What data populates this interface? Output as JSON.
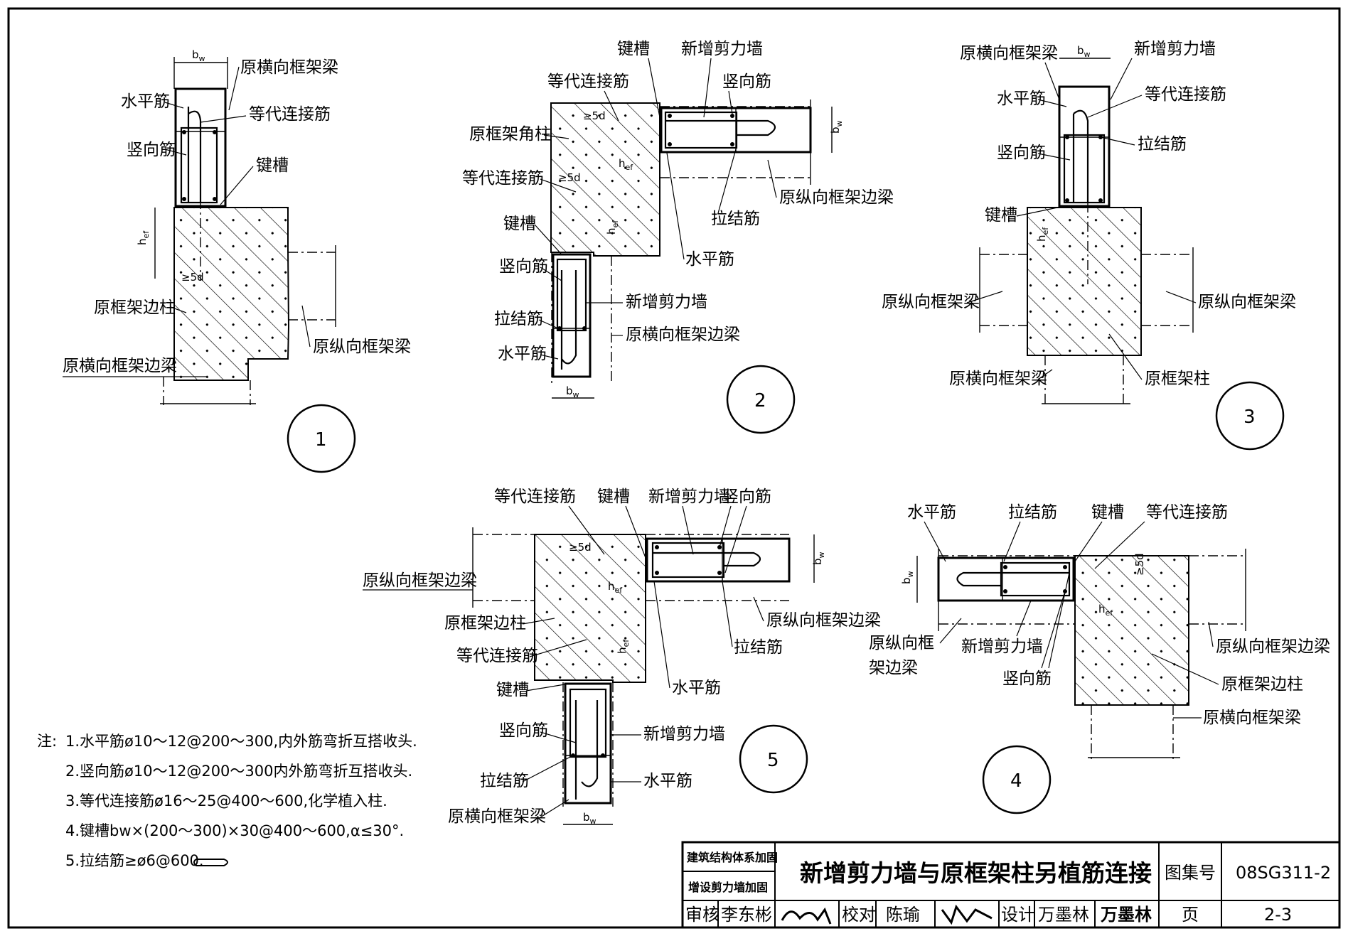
{
  "labels": {
    "bw": "b",
    "bw_sub": "w",
    "hef": "h",
    "hef_sub": "ef",
    "five_d": "≥5d",
    "shui_ping_jin": "水平筋",
    "shu_xiang_jin": "竖向筋",
    "deng_dai_lian_jie_jin": "等代连接筋",
    "jian_cao": "键槽",
    "la_jie_jin": "拉结筋",
    "xin_zeng_jian_li_qiang": "新增剪力墙",
    "yuan_heng_xiang_kuang_jia_liang": "原横向框架梁",
    "yuan_heng_xiang_kuang_jia_bian_liang": "原横向框架边梁",
    "yuan_zong_xiang_kuang_jia_liang": "原纵向框架梁",
    "yuan_zong_xiang_kuang_jia_bian_liang": "原纵向框架边梁",
    "yuan_kuang_jia_bian_zhu": "原框架边柱",
    "yuan_kuang_jia_jiao_zhu": "原框架角柱",
    "yuan_kuang_jia_zhu": "原框架柱",
    "yuan_zong_xiang_kuang_a": "原纵向框",
    "jia_bian_liang": "架边梁"
  },
  "details": [
    "1",
    "2",
    "3",
    "4",
    "5"
  ],
  "notes": {
    "prefix": "注:",
    "items": [
      "1.水平筋ø10～12@200～300,内外筋弯折互搭收头.",
      "2.竖向筋ø10～12@200～300内外筋弯折互搭收头.",
      "3.等代连接筋ø16～25@400～600,化学植入柱.",
      "4.键槽bw×(200～300)×30@400～600,α≤30°.",
      "5.拉结筋≥ø6@600."
    ]
  },
  "title_block": {
    "category1": "建筑结构体系加固",
    "category2": "增设剪力墙加固",
    "title": "新增剪力墙与原框架柱另植筋连接",
    "atlas_label": "图集号",
    "atlas_no": "08SG311-2",
    "review_label": "审核",
    "reviewer": "李东彬",
    "check_label": "校对",
    "checker": "陈瑜",
    "design_label": "设计",
    "designer": "万墨林",
    "designer_sign": "万墨林",
    "page_label": "页",
    "page_no": "2-3"
  }
}
